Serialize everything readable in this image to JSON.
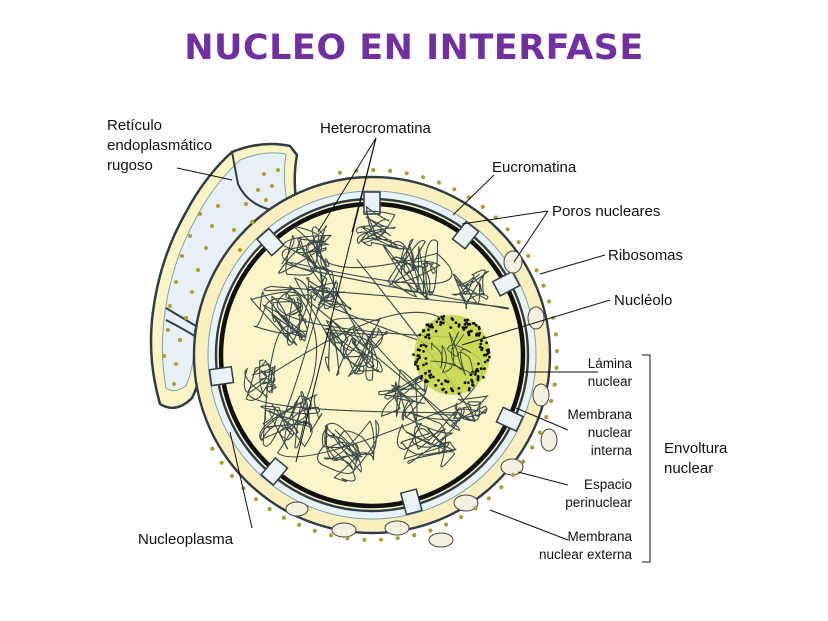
{
  "title": "NUCLEO EN INTERFASE",
  "labels": {
    "reticulo": [
      "Retículo",
      "endoplasmático",
      "rugoso"
    ],
    "heterocromatina": "Heterocromatina",
    "eucromatina": "Eucromatina",
    "poros": "Poros nucleares",
    "ribosomas": "Ribosomas",
    "nucleolo": "Nucléolo",
    "lamina": [
      "Lámina",
      "nuclear"
    ],
    "membrana_interna": [
      "Membrana",
      "nuclear",
      "interna"
    ],
    "espacio": [
      "Espacio",
      "perinuclear"
    ],
    "membrana_externa": [
      "Membrana",
      "nuclear externa"
    ],
    "envoltura": [
      "Envoltura",
      "nuclear"
    ],
    "nucleoplasma": "Nucleoplasma"
  },
  "colors": {
    "title": "#7030a0",
    "nucleoplasm": "#fbf6c9",
    "perinuclear": "#fbefbf",
    "membrane": "#2f3c46",
    "er_lumen": "#e7f1f5",
    "ribosome": "#b39a32",
    "nucleolus": "#c2d645"
  }
}
